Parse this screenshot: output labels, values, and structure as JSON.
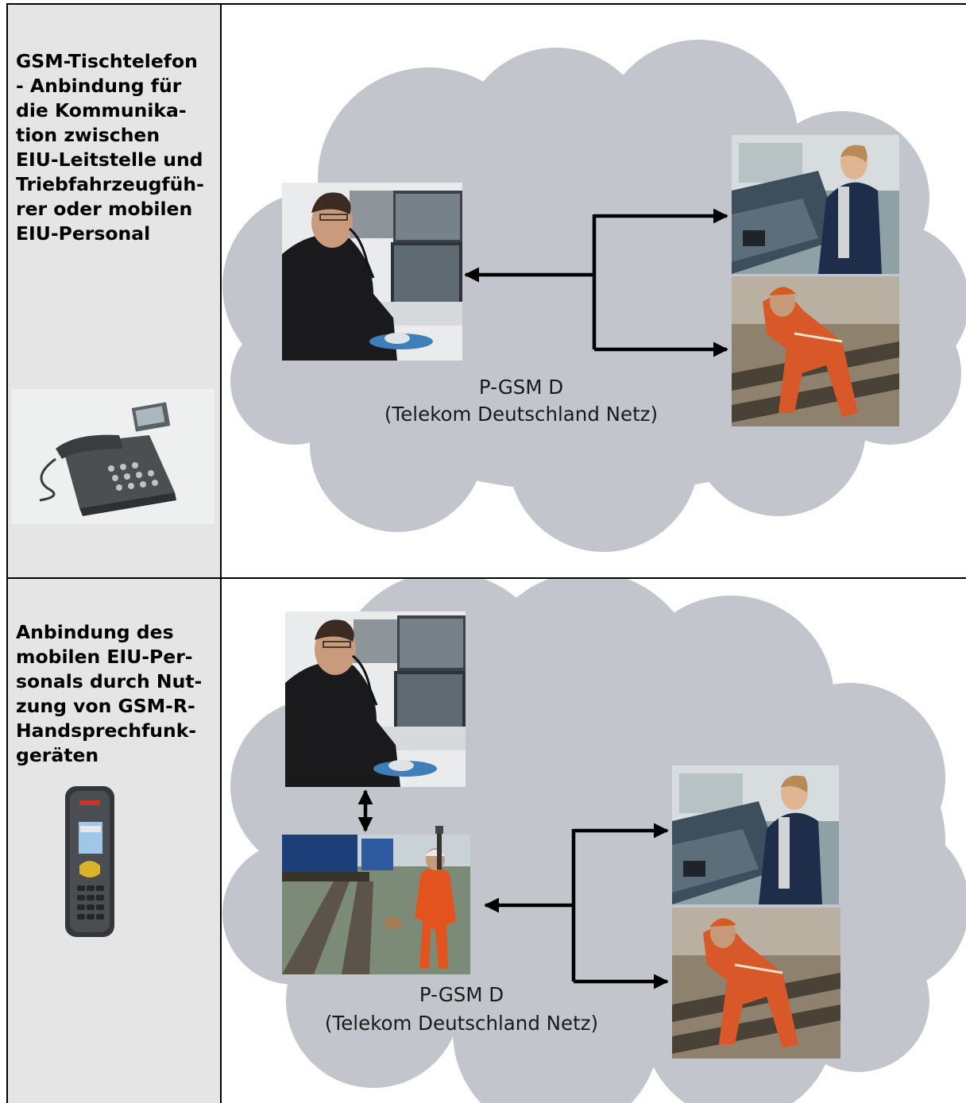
{
  "rows": [
    {
      "heading": "GSM-Tischtelefon - Anbindung für die Kommunika-tion zwischen EIU-Leitstelle und Triebfahrzeugfüh-rer oder mobilen EIU-Personal",
      "heading_lines": [
        "GSM-Tischtelefon",
        "- Anbindung für",
        "die Kommunika-",
        "tion zwischen",
        "EIU-Leitstelle und",
        "Triebfahrzeugfüh-",
        "rer oder mobilen",
        "EIU-Personal"
      ],
      "device_icon": "desk-phone-photo",
      "network_label_line1": "P-GSM D",
      "network_label_line2": "(Telekom Deutschland Netz)"
    },
    {
      "heading": "Anbindung des mobilen EIU-Per-sonals durch Nut-zung von GSM-R-Handsprechfunk-geräten",
      "heading_lines": [
        "Anbindung des",
        "mobilen EIU-Per-",
        "sonals durch Nut-",
        "zung von GSM-R-",
        "Handsprechfunk-",
        "geräten"
      ],
      "device_icon": "gsm-r-handheld-photo",
      "network_label_line1": "P-GSM D",
      "network_label_line2": "(Telekom Deutschland Netz)"
    }
  ],
  "colors": {
    "cloud": "#c2c6cc",
    "cell_background": "#e5e5e5",
    "arrow": "#000000",
    "safety_orange": "#e0521c"
  },
  "photo_icons": [
    "dispatcher-photo-icon",
    "train-driver-photo-icon",
    "track-worker-photo-icon",
    "shunter-photo-icon"
  ]
}
